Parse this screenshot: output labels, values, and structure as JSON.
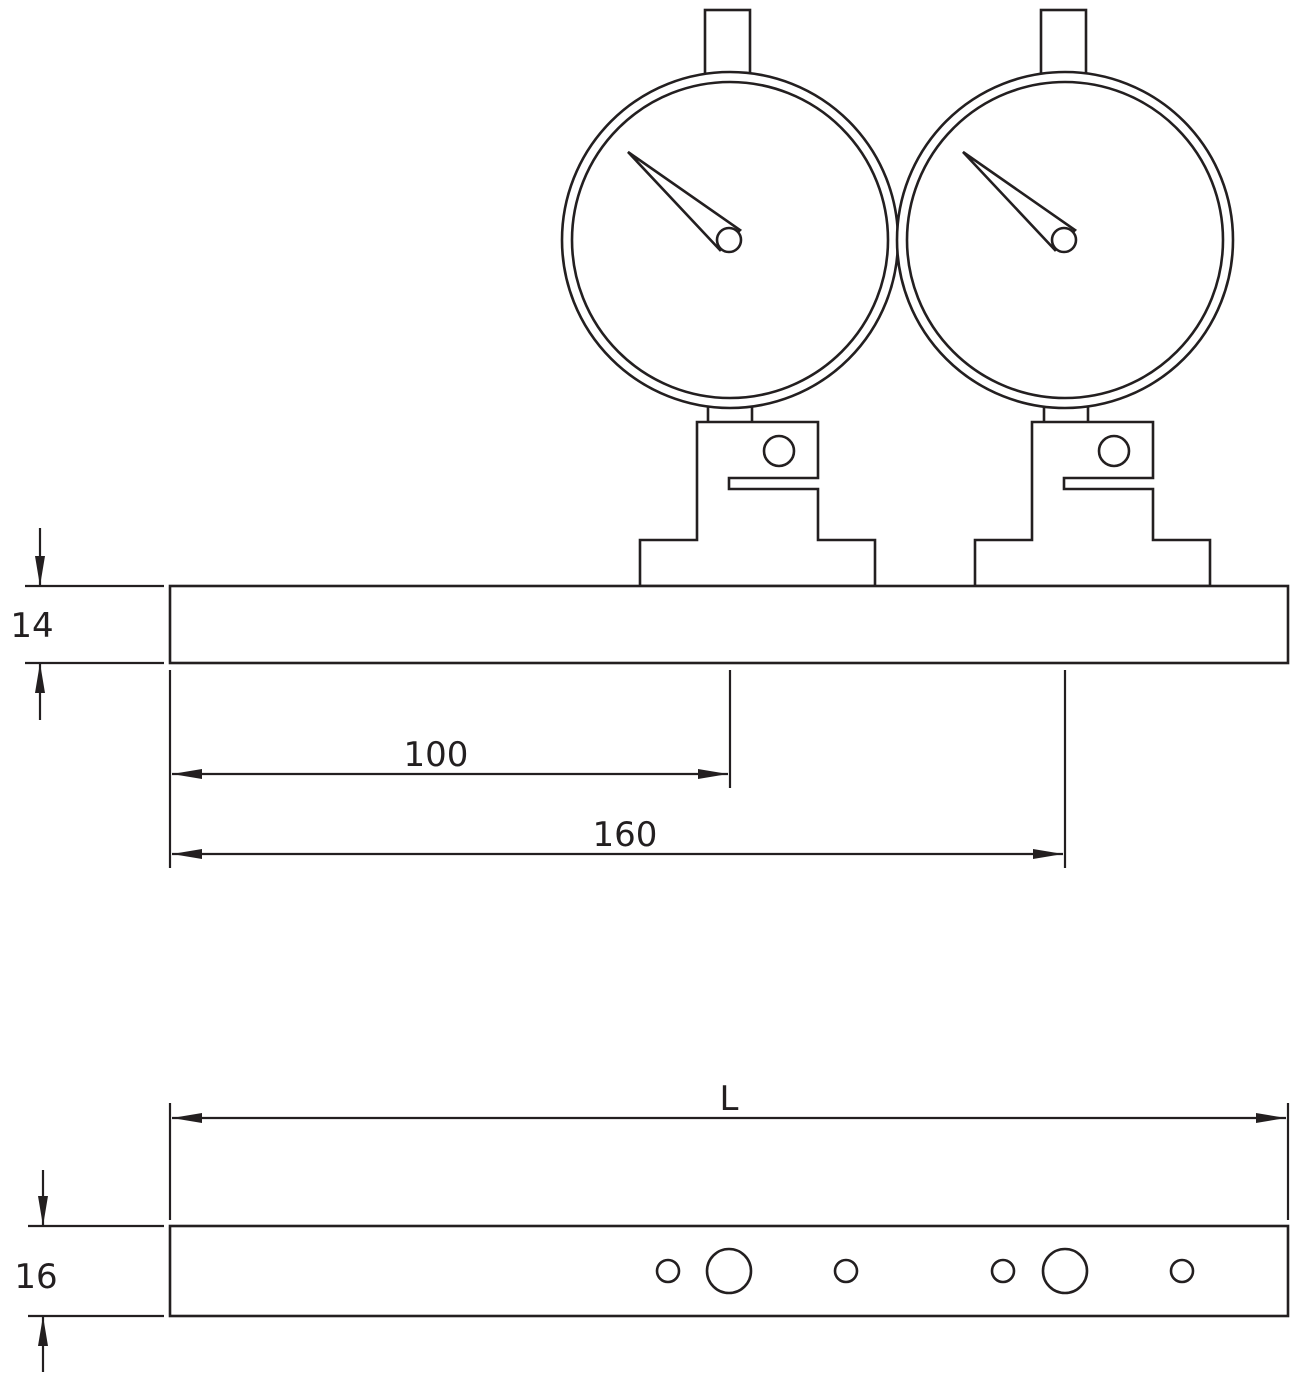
{
  "dimensions": {
    "base_height": "14",
    "base_width": "16",
    "first_gauge_offset": "100",
    "second_gauge_offset": "160",
    "length": "L"
  },
  "colors": {
    "line": "#231f20",
    "background": "#ffffff"
  }
}
